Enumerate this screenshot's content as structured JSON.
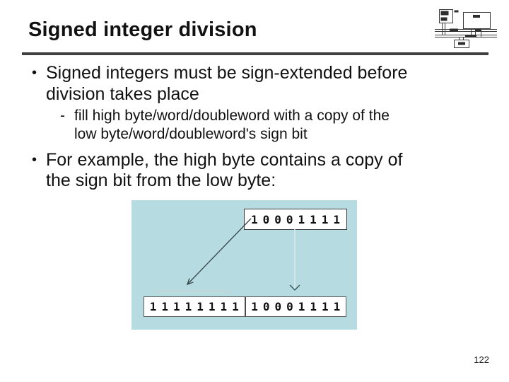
{
  "slide": {
    "title": "Signed integer division",
    "page_number": "122"
  },
  "bullets": {
    "b1": {
      "marker": "•",
      "line1": "Signed integers must be sign-extended before",
      "line2": "division takes place"
    },
    "sub1": {
      "marker": "-",
      "line1": "fill high byte/word/doubleword with a copy of the",
      "line2": "low byte/word/doubleword's sign bit"
    },
    "b2": {
      "marker": "•",
      "line1": "For example, the high byte contains a copy of",
      "line2": "the sign bit from the low byte:"
    }
  },
  "diagram": {
    "source_byte": "10001111",
    "high_byte_result": "11111111",
    "low_byte_result": "10001111",
    "background_color": "#b6dce1"
  },
  "icons": {
    "logo": "cpu-bus-block-diagram-logo",
    "diagonal_arrow": "sign-bit-copy-arrow",
    "vertical_arrow": "byte-copy-arrow"
  },
  "colors": {
    "title_text": "#111111",
    "body_text": "#111111",
    "divider_rule": "#3f3f3f",
    "diagram_background": "#b6dce1",
    "box_background": "#ffffff"
  }
}
